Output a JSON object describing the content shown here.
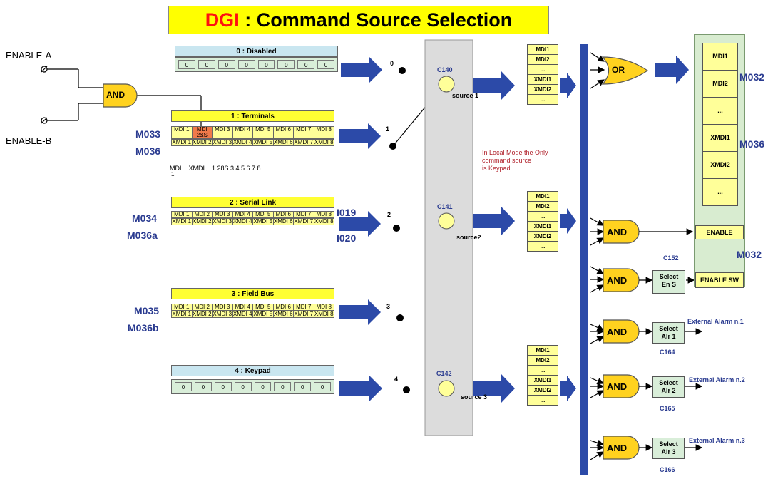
{
  "title": {
    "prefix": "DGI",
    "sep": " : ",
    "rest": "Command Source Selection"
  },
  "inputs": {
    "a": "ENABLE-A",
    "b": "ENABLE-B",
    "gate": "AND"
  },
  "disabled": {
    "header": "0 : Disabled",
    "cells": [
      "0",
      "0",
      "0",
      "0",
      "0",
      "0",
      "0",
      "0"
    ],
    "out": "0"
  },
  "terminals": {
    "header": "1 : Terminals",
    "left1": "M033",
    "left2": "M036",
    "mdi": [
      "MDI 1",
      "MDI 2&S",
      "MDI 3",
      "MDI 4",
      "MDI 5",
      "MDI 6",
      "MDI 7",
      "MDI 8"
    ],
    "xmdi": [
      "XMDI 1",
      "XMDI 2",
      "XMDI 3",
      "XMDI 4",
      "XMDI 5",
      "XMDI 6",
      "XMDI 7",
      "XMDI 8"
    ],
    "legend": "MDI    XMDI    1 28S 3 4 5 6 7 8",
    "legend_sub": "1",
    "out": "1"
  },
  "serial": {
    "header": "2 : Serial Link",
    "left1": "M034",
    "left2": "M036a",
    "right1": "I019",
    "right2": "I020",
    "mdi": [
      "MDI 1",
      "MDI 2",
      "MDI 3",
      "MDI 4",
      "MDI 5",
      "MDI 6",
      "MDI 7",
      "MDI 8"
    ],
    "xmdi": [
      "XMDI 1",
      "XMDI 2",
      "XMDI 3",
      "XMDI 4",
      "XMDI 5",
      "XMDI 6",
      "XMDI 7",
      "XMDI 8"
    ],
    "out": "2"
  },
  "fieldbus": {
    "header": "3 : Field Bus",
    "left1": "M035",
    "left2": "M036b",
    "mdi": [
      "MDI 1",
      "MDI 2",
      "MDI 3",
      "MDI 4",
      "MDI 5",
      "MDI 6",
      "MDI 7",
      "MDI 8"
    ],
    "xmdi": [
      "XMDI 1",
      "XMDI 2",
      "XMDI 3",
      "XMDI 4",
      "XMDI 5",
      "XMDI 6",
      "XMDI 7",
      "XMDI 8"
    ],
    "out": "3"
  },
  "keypad": {
    "header": "4 : Keypad",
    "cells": [
      "0",
      "0",
      "0",
      "0",
      "0",
      "0",
      "0",
      "0"
    ],
    "out": "4"
  },
  "selectors": [
    {
      "code": "C140",
      "source": "source 1"
    },
    {
      "code": "C141",
      "source": "source2"
    },
    {
      "code": "C142",
      "source": "source 3"
    }
  ],
  "note": [
    "In Local Mode the Only",
    "command source",
    "is Keypad"
  ],
  "stack_items": [
    "MDI1",
    "MDI2",
    "...",
    "XMDI1",
    "XMDI2",
    "..."
  ],
  "or_gate": "OR",
  "and_gate": "AND",
  "output_panel": {
    "items": [
      "MDI1",
      "MDI2",
      "...",
      "XMDI1",
      "XMDI2",
      "..."
    ],
    "m032_top": "M032",
    "m036": "M036",
    "enable": "ENABLE",
    "enable_sw": "ENABLE SW",
    "m032_bottom": "M032"
  },
  "c152": "C152",
  "select_en": [
    "Select",
    "En S"
  ],
  "alarms": [
    {
      "sel1": "Select",
      "sel2": "Alr 1",
      "code": "C164",
      "label": "External Alarm n.1"
    },
    {
      "sel1": "Select",
      "sel2": "Alr 2",
      "code": "C165",
      "label": "External Alarm n.2"
    },
    {
      "sel1": "Select",
      "sel2": "Alr 3",
      "code": "C166",
      "label": "External Alarm n.3"
    }
  ],
  "colors": {
    "blue": "#2c4aa8",
    "yellow": "#ffff00",
    "gate": "#ffd21f"
  }
}
